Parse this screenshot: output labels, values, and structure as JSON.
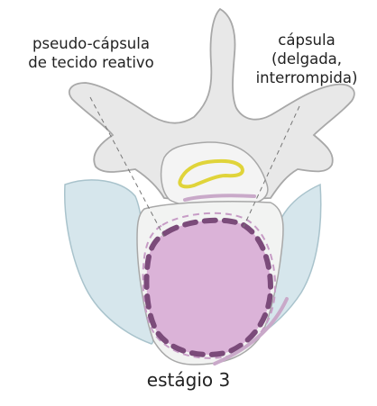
{
  "labels": {
    "left": {
      "line1": "pseudo-cápsula",
      "line2": "de tecido reativo"
    },
    "right": {
      "line1": "cápsula",
      "line2": "(delgada,",
      "line3": "interrompida)"
    }
  },
  "caption": "estágio 3",
  "colors": {
    "bone_fill": "#e8e8e8",
    "bone_stroke": "#a8a8a8",
    "muscle_fill": "#d6e6ec",
    "muscle_stroke": "#a9c3cc",
    "tumor_fill": "#dbb3d8",
    "capsule_dashes": "#7b4b7a",
    "reactive_tissue": "#c79cc6",
    "cord_outline": "#e0d43a",
    "leader_lines": "#777777"
  }
}
